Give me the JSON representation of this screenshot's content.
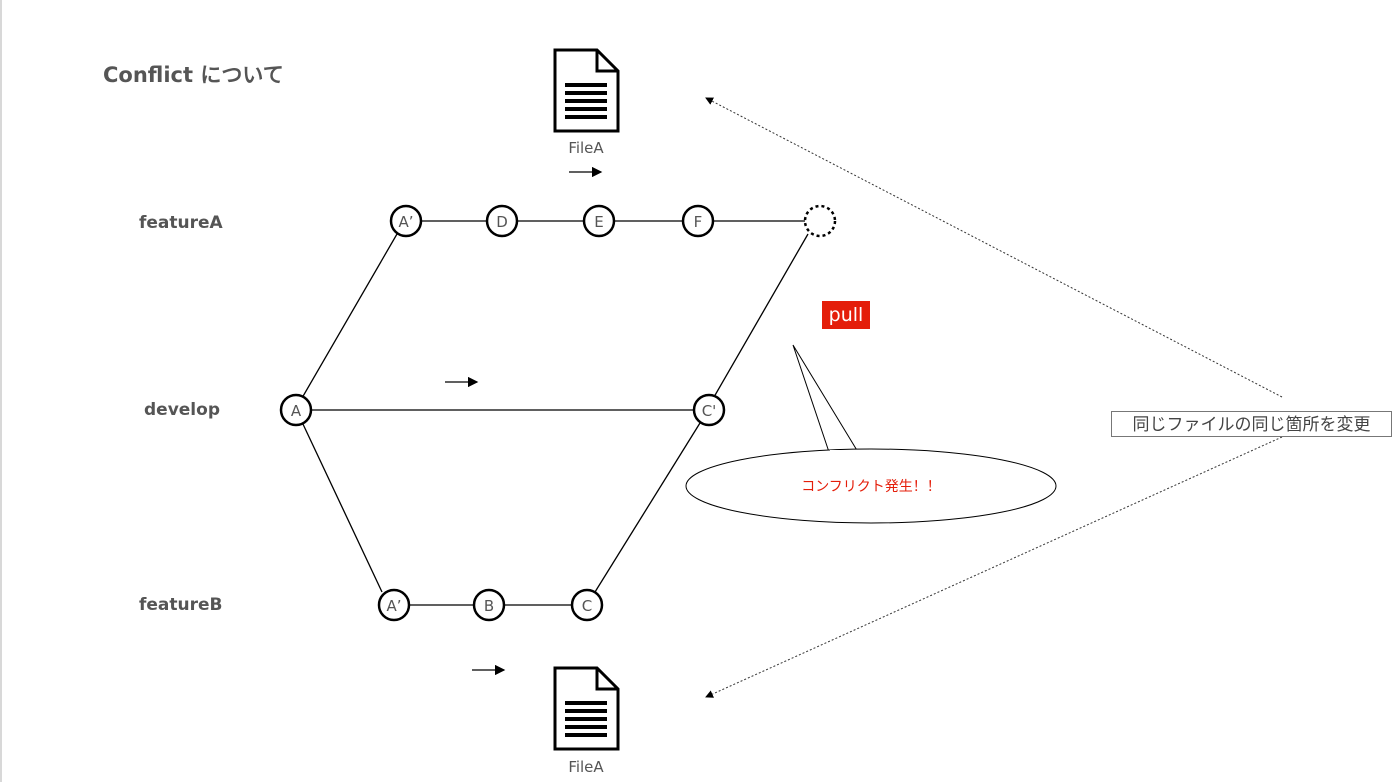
{
  "title": "Conflict について",
  "branches": {
    "featureA": "featureA",
    "develop": "develop",
    "featureB": "featureB"
  },
  "nodes": {
    "featureA": [
      "A’",
      "D",
      "E",
      "F",
      ""
    ],
    "develop": [
      "A",
      "C'"
    ],
    "featureB": [
      "A’",
      "B",
      "C"
    ]
  },
  "files": {
    "top": "FileA",
    "bottom": "FileA"
  },
  "pull_label": "pull",
  "callout": "コンフリクト発生！！",
  "change_note": "同じファイルの同じ箇所を変更",
  "icons": {
    "file": "document-icon",
    "arrow": "arrow-right-icon"
  },
  "colors": {
    "pull_bg": "#e41e0a",
    "callout_text": "#e41e0a"
  }
}
